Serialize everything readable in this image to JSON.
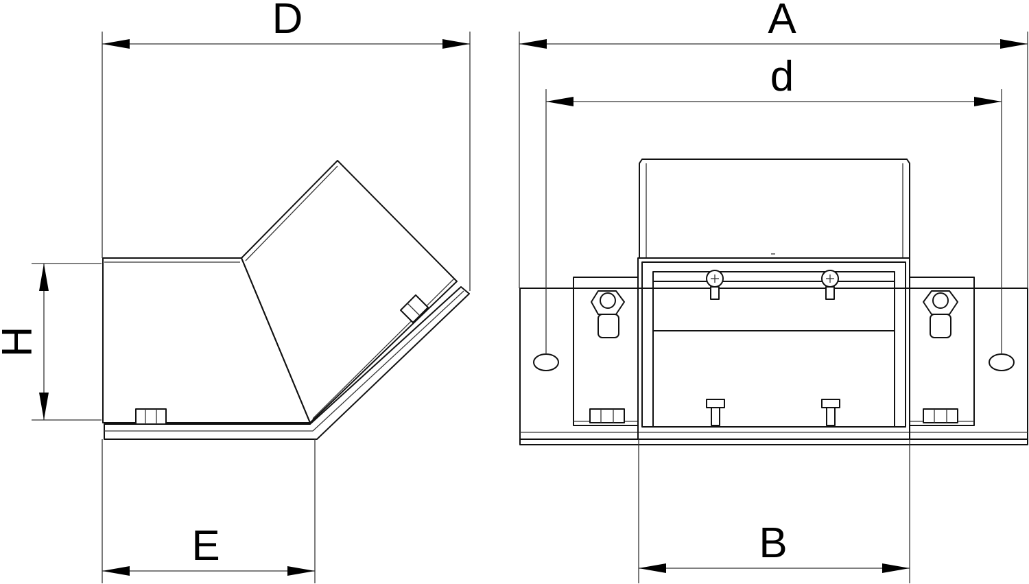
{
  "labels": {
    "D": "D",
    "A": "A",
    "d": "d",
    "H": "H",
    "E": "E",
    "B": "B"
  },
  "colors": {
    "line": "#111111",
    "background": "#ffffff"
  }
}
